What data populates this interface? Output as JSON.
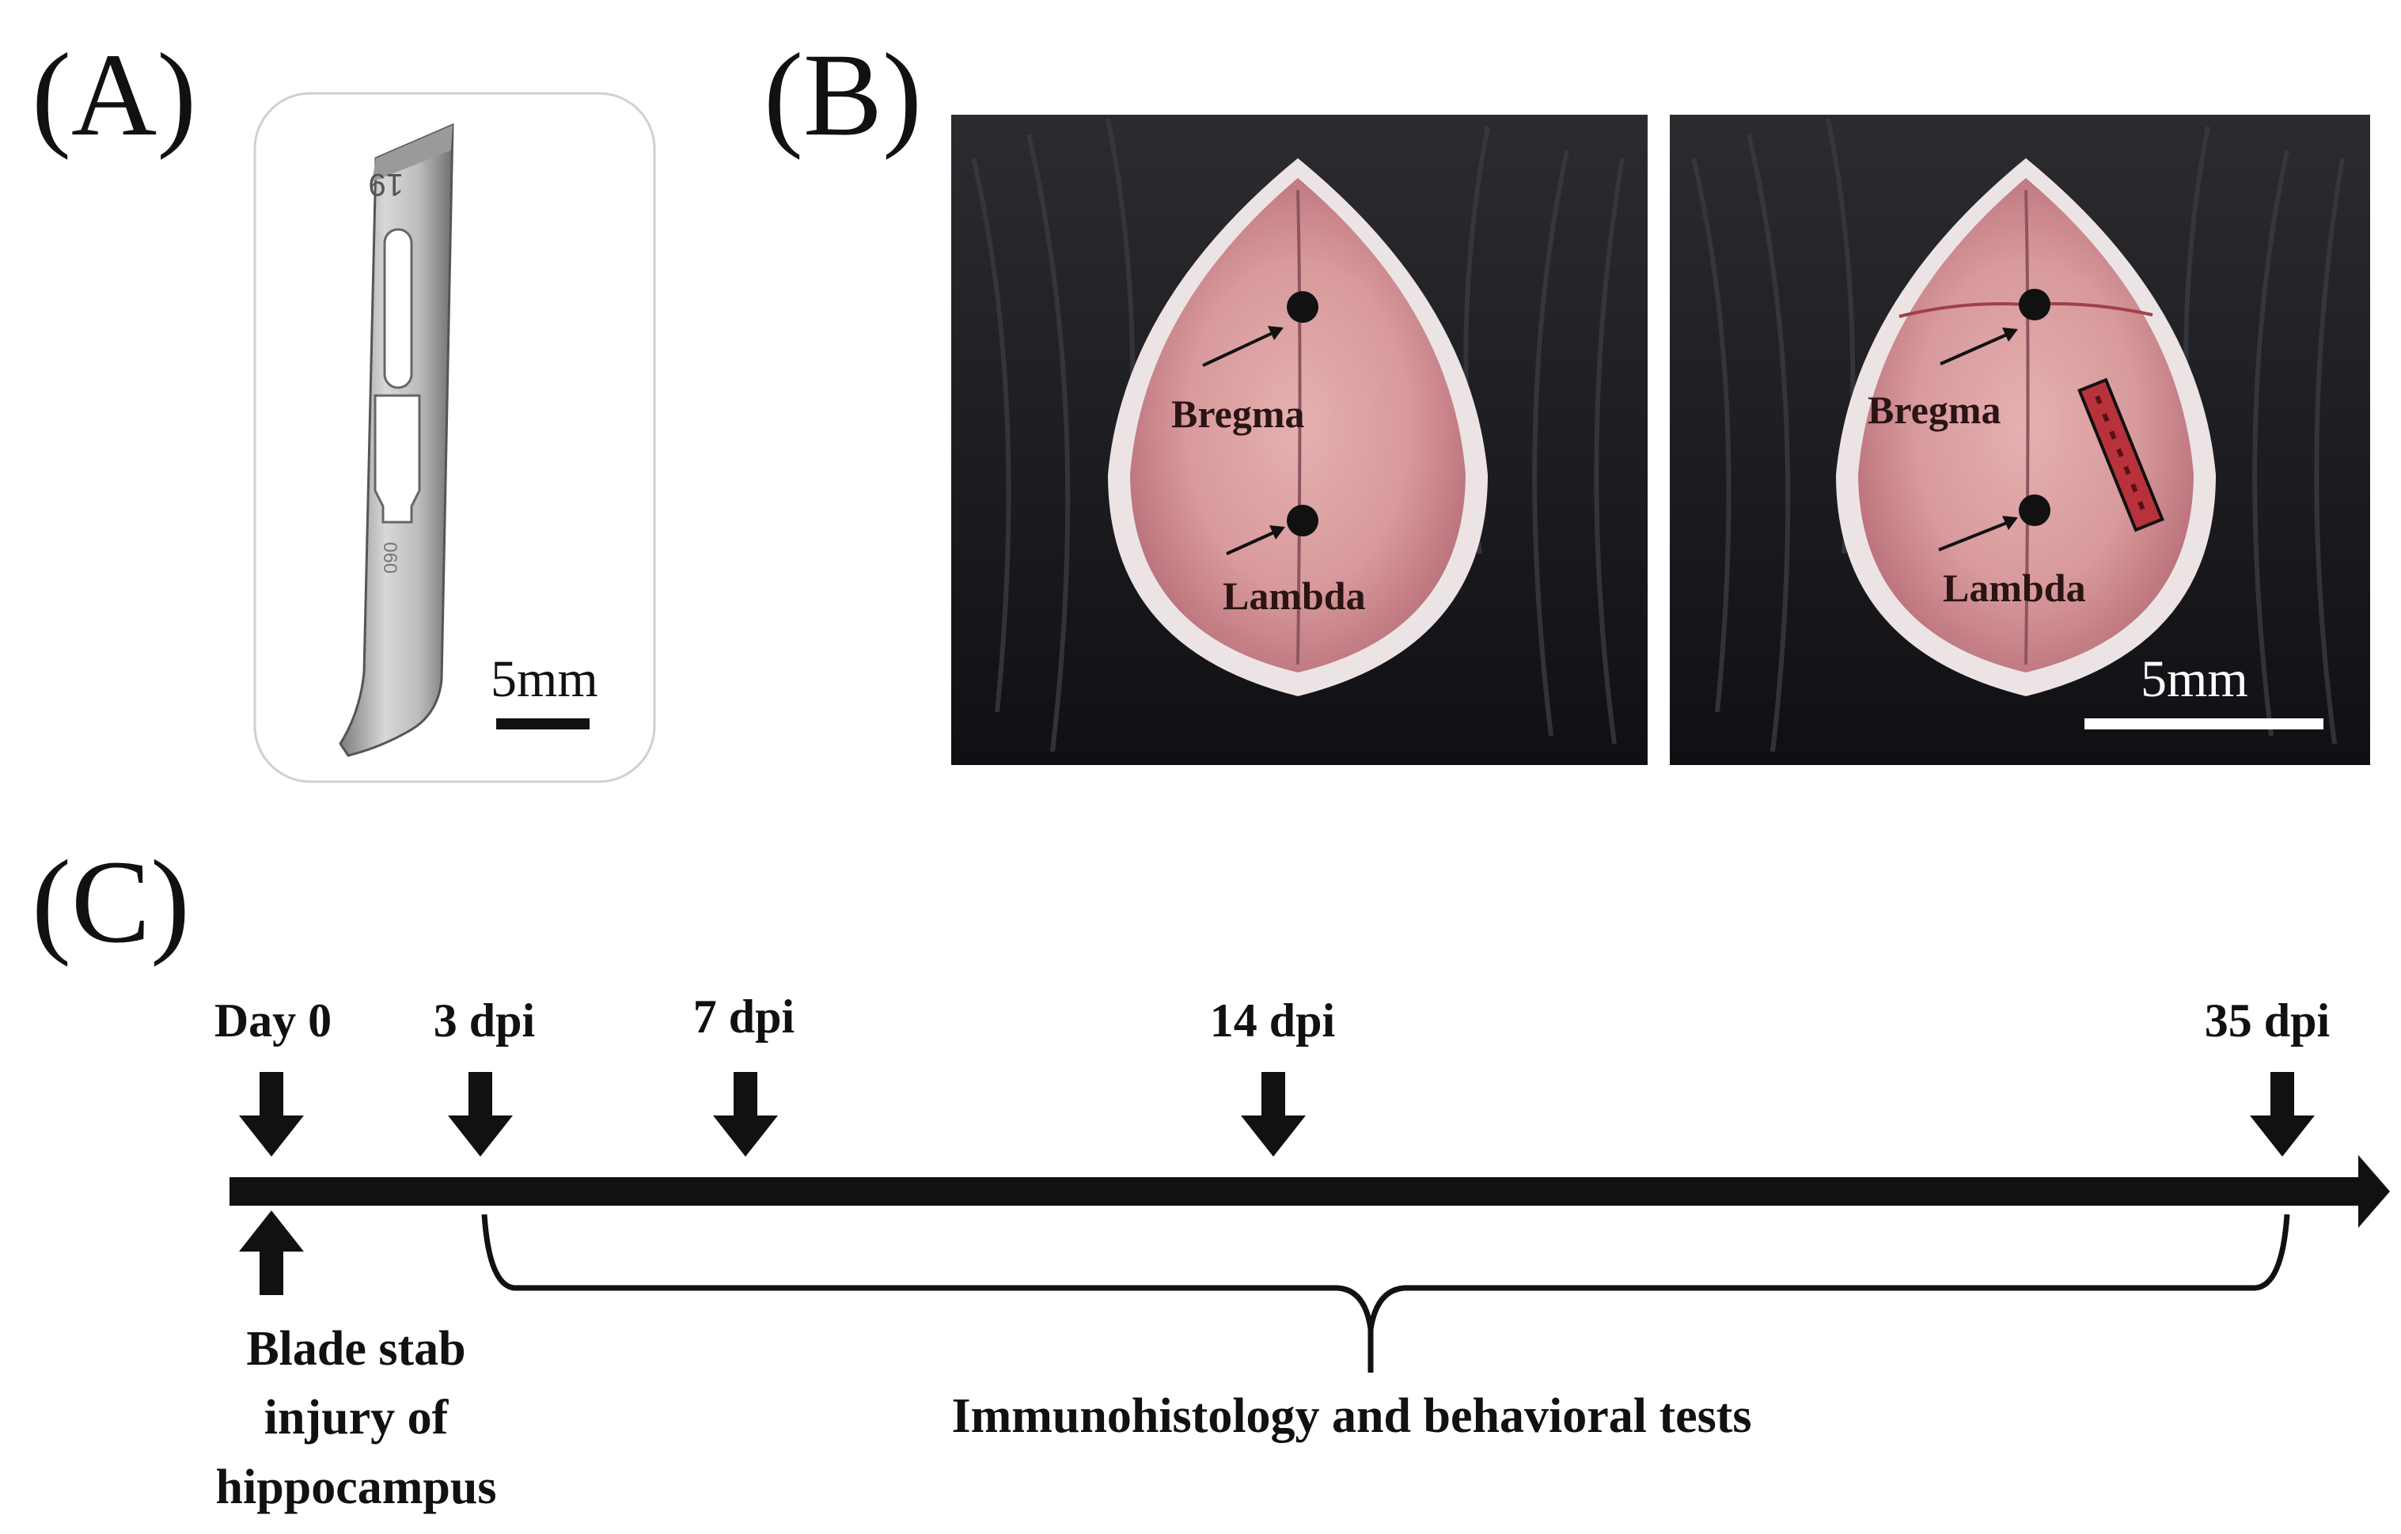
{
  "panels": {
    "a": {
      "label": "(A)",
      "blade_number": "19",
      "scale_bar": "5mm"
    },
    "b": {
      "label": "(B)",
      "left_photo": {
        "bregma": "Bregma",
        "lambda": "Lambda"
      },
      "right_photo": {
        "bregma": "Bregma",
        "lambda": "Lambda",
        "scale_bar": "5mm"
      }
    },
    "c": {
      "label": "(C)",
      "timepoints": [
        {
          "label": "Day 0"
        },
        {
          "label": "3 dpi"
        },
        {
          "label": "7 dpi"
        },
        {
          "label": "14 dpi"
        },
        {
          "label": "35 dpi"
        }
      ],
      "injury_note": [
        "Blade stab",
        "injury  of",
        "hippocampus"
      ],
      "bracket_label": "Immunohistology and  behavioral tests"
    }
  },
  "colors": {
    "ink": "#111111",
    "tissue": "#d89a9c",
    "fur": "#1a1a1f",
    "scale_white": "#ffffff"
  }
}
